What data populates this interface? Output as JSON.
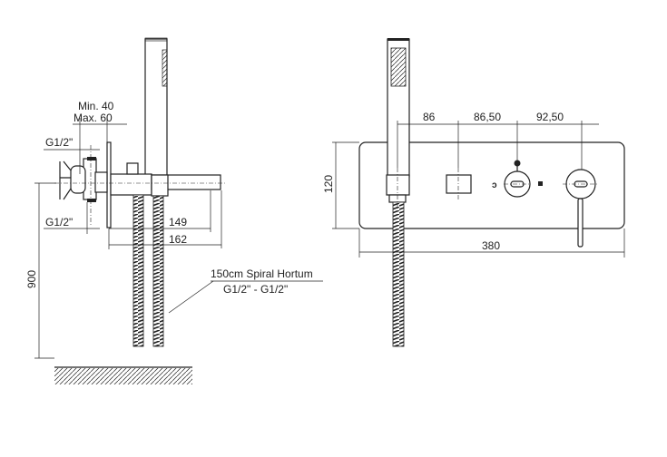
{
  "side_view": {
    "thread_top": "G1/2\"",
    "thread_bottom": "G1/2\"",
    "depth_min": "Min. 40",
    "depth_max": "Max. 60",
    "dim_149": "149",
    "dim_162": "162",
    "height_900": "900",
    "hose_label": "150cm Spiral Hortum",
    "hose_thread": "G1/2\" - G1/2\""
  },
  "front_view": {
    "dim_86": "86",
    "dim_86_50": "86,50",
    "dim_92_50": "92,50",
    "height_120": "120",
    "width_380": "380"
  }
}
